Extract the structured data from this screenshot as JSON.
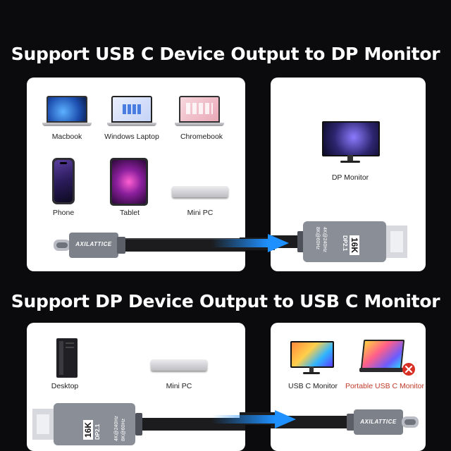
{
  "section1": {
    "title": "Support USB C Device Output to DP Monitor",
    "devices": [
      {
        "label": "Macbook"
      },
      {
        "label": "Windows Laptop"
      },
      {
        "label": "Chromebook"
      },
      {
        "label": "Phone"
      },
      {
        "label": "Tablet"
      },
      {
        "label": "Mini PC"
      }
    ],
    "target": {
      "label": "DP Monitor"
    }
  },
  "section2": {
    "title": "Support DP Device Output to USB C Monitor",
    "devices": [
      {
        "label": "Desktop"
      },
      {
        "label": "Mini PC"
      }
    ],
    "targets": [
      {
        "label": "USB C Monitor"
      },
      {
        "label": "Portable USB C Monitor"
      }
    ]
  },
  "cable": {
    "brand": "AXILATTICE",
    "dp_badge_main": "16K",
    "dp_badge_sub": "DP2.1",
    "dp_spec_1": "4K@240Hz",
    "dp_spec_2": "8K@60Hz"
  },
  "colors": {
    "background": "#0b0b0d",
    "arrow_blue": "#1e90ff",
    "warning_red": "#d93025"
  }
}
